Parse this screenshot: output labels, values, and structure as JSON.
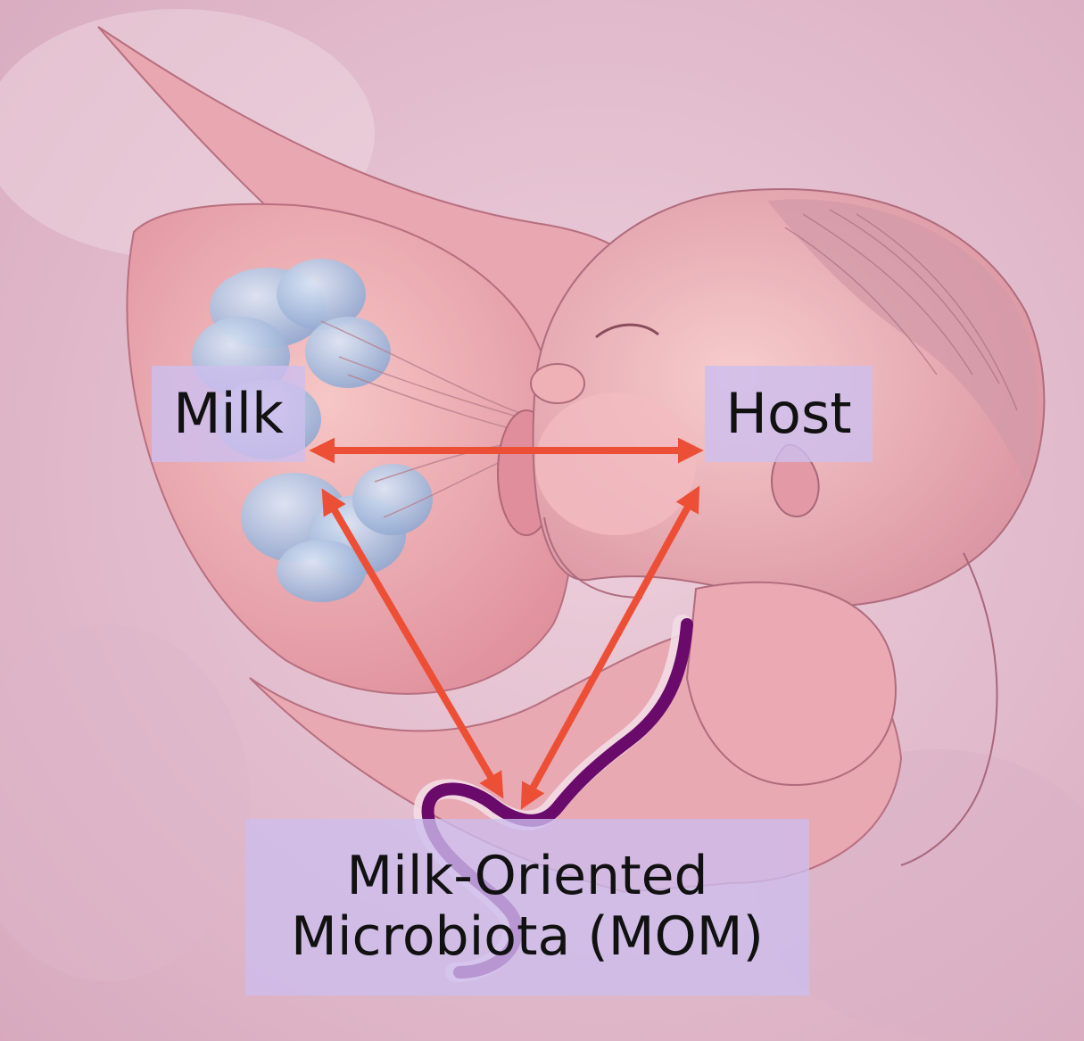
{
  "labels": {
    "milk": "Milk",
    "host": "Host",
    "mom_line1": "Milk-Oriented",
    "mom_line2": "Microbiota (MOM)"
  },
  "colors": {
    "background": "#e6c4d2",
    "arrow": "#ec4f36",
    "microbe": "#6a0a6a",
    "label_box": "#cdbeee",
    "skin": "#eca7ae",
    "milk_glands": "#b7c8e6"
  }
}
